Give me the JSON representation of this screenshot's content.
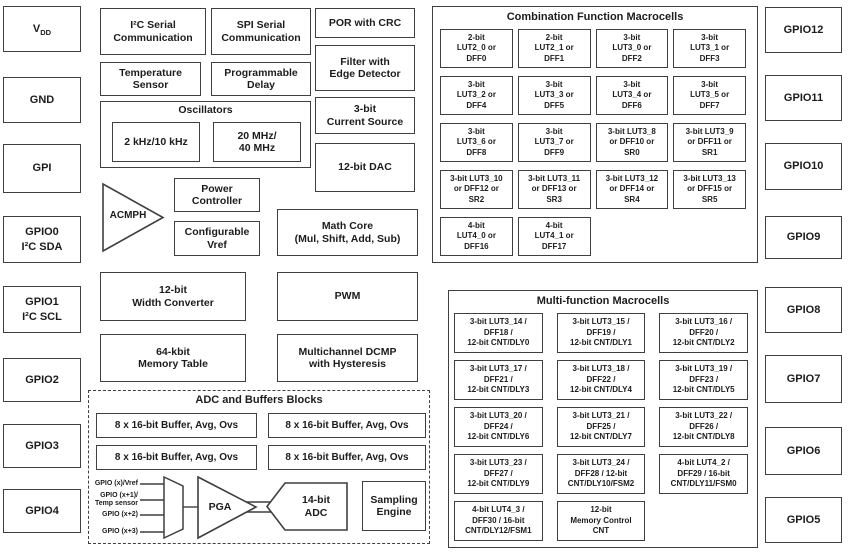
{
  "diagram": {
    "pins_left": [
      {
        "label": "V",
        "sub": "DD"
      },
      {
        "label": "GND"
      },
      {
        "label": "GPI"
      },
      {
        "label": "GPIO0\nI²C SDA"
      },
      {
        "label": "GPIO1\nI²C SCL"
      },
      {
        "label": "GPIO2"
      },
      {
        "label": "GPIO3"
      },
      {
        "label": "GPIO4"
      }
    ],
    "pins_right": [
      {
        "label": "GPIO12"
      },
      {
        "label": "GPIO11"
      },
      {
        "label": "GPIO10"
      },
      {
        "label": "GPIO9"
      },
      {
        "label": "GPIO8"
      },
      {
        "label": "GPIO7"
      },
      {
        "label": "GPIO6"
      },
      {
        "label": "GPIO5"
      }
    ],
    "blocks": {
      "i2c": "I²C Serial\nCommunication",
      "spi": "SPI Serial\nCommunication",
      "temperature": "Temperature\nSensor",
      "prog_delay": "Programmable\nDelay",
      "por": "POR with CRC",
      "filter": "Filter with\nEdge Detector",
      "current_source": "3-bit\nCurrent Source",
      "dac": "12-bit DAC",
      "osc_title": "Oscillators",
      "osc_low": "2 kHz/10 kHz",
      "osc_high": "20 MHz/\n40 MHz",
      "acmph": "ACMPH",
      "power_controller": "Power\nController",
      "config_vref": "Configurable\nVref",
      "math_core": "Math Core\n(Mul, Shift, Add, Sub)",
      "width_converter": "12-bit\nWidth Converter",
      "pwm": "PWM",
      "memory_table": "64-kbit\nMemory Table",
      "dcmp": "Multichannel DCMP\nwith Hysteresis"
    },
    "combination": {
      "title": "Combination Function Macrocells",
      "cells": [
        "2-bit\nLUT2_0 or\nDFF0",
        "2-bit\nLUT2_1 or\nDFF1",
        "3-bit\nLUT3_0 or\nDFF2",
        "3-bit\nLUT3_1 or\nDFF3",
        "3-bit\nLUT3_2 or\nDFF4",
        "3-bit\nLUT3_3 or\nDFF5",
        "3-bit\nLUT3_4 or\nDFF6",
        "3-bit\nLUT3_5 or\nDFF7",
        "3-bit\nLUT3_6 or\nDFF8",
        "3-bit\nLUT3_7 or\nDFF9",
        "3-bit LUT3_8\nor DFF10 or\nSR0",
        "3-bit LUT3_9\nor DFF11 or\nSR1",
        "3-bit LUT3_10\nor DFF12 or\nSR2",
        "3-bit LUT3_11\nor DFF13 or\nSR3",
        "3-bit LUT3_12\nor DFF14 or\nSR4",
        "3-bit LUT3_13\nor DFF15 or\nSR5",
        "4-bit\nLUT4_0 or\nDFF16",
        "4-bit\nLUT4_1 or\nDFF17"
      ]
    },
    "multifunction": {
      "title": "Multi-function Macrocells",
      "cells": [
        "3-bit LUT3_14 /\nDFF18 /\n12-bit CNT/DLY0",
        "3-bit LUT3_15 /\nDFF19 /\n12-bit CNT/DLY1",
        "3-bit LUT3_16 /\nDFF20 /\n12-bit CNT/DLY2",
        "3-bit LUT3_17 /\nDFF21 /\n12-bit CNT/DLY3",
        "3-bit LUT3_18 /\nDFF22 /\n12-bit CNT/DLY4",
        "3-bit LUT3_19 /\nDFF23 /\n12-bit CNT/DLY5",
        "3-bit LUT3_20 /\nDFF24 /\n12-bit CNT/DLY6",
        "3-bit LUT3_21 /\nDFF25 /\n12-bit CNT/DLY7",
        "3-bit LUT3_22 /\nDFF26 /\n12-bit CNT/DLY8",
        "3-bit LUT3_23 /\nDFF27 /\n12-bit CNT/DLY9",
        "3-bit LUT3_24 /\nDFF28 / 12-bit\nCNT/DLY10/FSM2",
        "4-bit LUT4_2 /\nDFF29 / 16-bit\nCNT/DLY11/FSM0",
        "4-bit LUT4_3 /\nDFF30 / 16-bit\nCNT/DLY12/FSM1",
        "12-bit\nMemory Control\nCNT"
      ]
    },
    "adc": {
      "title": "ADC and Buffers Blocks",
      "buffers": [
        "8 x 16-bit Buffer, Avg, Ovs",
        "8 x 16-bit Buffer, Avg, Ovs",
        "8 x 16-bit Buffer, Avg, Ovs",
        "8 x 16-bit Buffer, Avg, Ovs"
      ],
      "inputs": [
        "GPIO (x)/Vref",
        "GPIO (x+1)/\nTemp sensor",
        "GPIO (x+2)",
        "GPIO (x+3)"
      ],
      "pga": "PGA",
      "adc_label": "14-bit\nADC",
      "sampling_engine": "Sampling\nEngine"
    }
  }
}
